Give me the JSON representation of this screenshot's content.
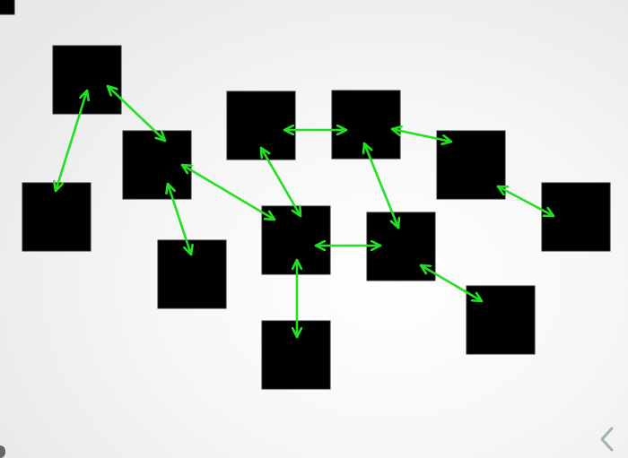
{
  "colors": {
    "node_fill": "#000000",
    "node_stroke": "#2a2a2a",
    "edge": "#22e022",
    "nav_icon": "#9fb3aa",
    "corner_dot": "#666666"
  },
  "nodes": [
    {
      "id": "n1"
    },
    {
      "id": "n2"
    },
    {
      "id": "n3"
    },
    {
      "id": "n4"
    },
    {
      "id": "n5"
    },
    {
      "id": "n6"
    },
    {
      "id": "n7"
    },
    {
      "id": "n8"
    },
    {
      "id": "n9"
    },
    {
      "id": "n10"
    },
    {
      "id": "n11"
    },
    {
      "id": "n12"
    },
    {
      "id": "n13"
    }
  ],
  "edges": [
    {
      "from": "n1",
      "to": "n2",
      "directed": "both"
    },
    {
      "from": "n1",
      "to": "n3",
      "directed": "both"
    },
    {
      "from": "n3",
      "to": "n4",
      "directed": "both"
    },
    {
      "from": "n3",
      "to": "n7",
      "directed": "both"
    },
    {
      "from": "n5",
      "to": "n6",
      "directed": "both"
    },
    {
      "from": "n5",
      "to": "n7",
      "directed": "both"
    },
    {
      "from": "n6",
      "to": "n8",
      "directed": "both"
    },
    {
      "from": "n6",
      "to": "n9",
      "directed": "both"
    },
    {
      "from": "n9",
      "to": "n10",
      "directed": "both"
    },
    {
      "from": "n7",
      "to": "n8",
      "directed": "both"
    },
    {
      "from": "n7",
      "to": "n11",
      "directed": "both"
    },
    {
      "from": "n8",
      "to": "n12",
      "directed": "both"
    }
  ],
  "nav": {
    "icon": "chevron-left-icon"
  }
}
